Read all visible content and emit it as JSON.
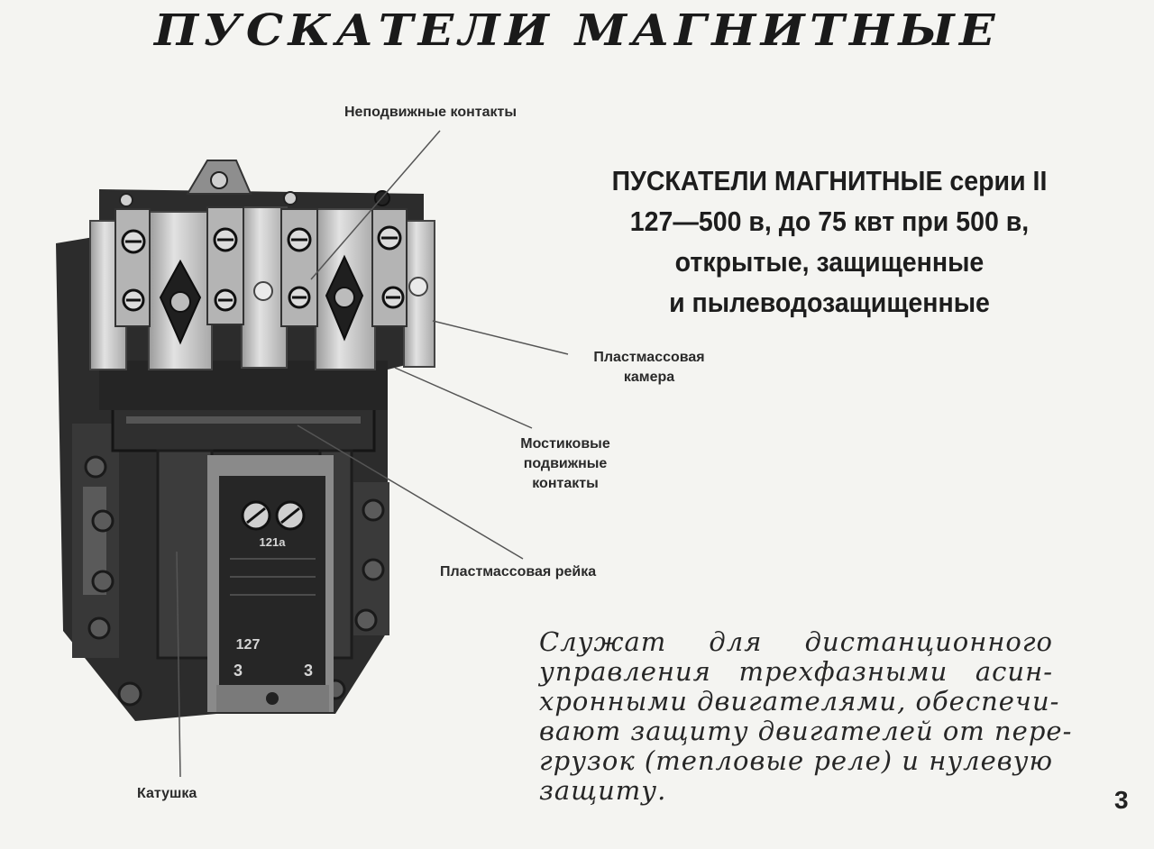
{
  "header": {
    "title": "ПУСКАТЕЛИ МАГНИТНЫЕ"
  },
  "heading": {
    "lines": [
      "ПУСКАТЕЛИ МАГНИТНЫЕ серии II",
      "127—500 в, до 75 квт при 500 в,",
      "открытые, защищенные",
      "и пылеводозащищенные"
    ]
  },
  "labels": {
    "fixed_contacts": "Неподвижные контакты",
    "plastic_chamber": "Пластмассовая камера",
    "bridge_contacts": "Мостиковые подвижные контакты",
    "plastic_rail": "Пластмассовая рейка",
    "coil": "Катушка"
  },
  "device_marks": {
    "coil_code": "121а",
    "coil_voltage": "127",
    "mark_left": "3",
    "mark_right": "3"
  },
  "description": {
    "lines": [
      "Служат для дистанционного",
      "управления трехфазными асин-",
      "хронными двигателями, обеспечи-",
      "вают защиту двигателей от пере-",
      "грузок (тепловые реле) и нулевую",
      "защиту."
    ]
  },
  "page_number": "3"
}
